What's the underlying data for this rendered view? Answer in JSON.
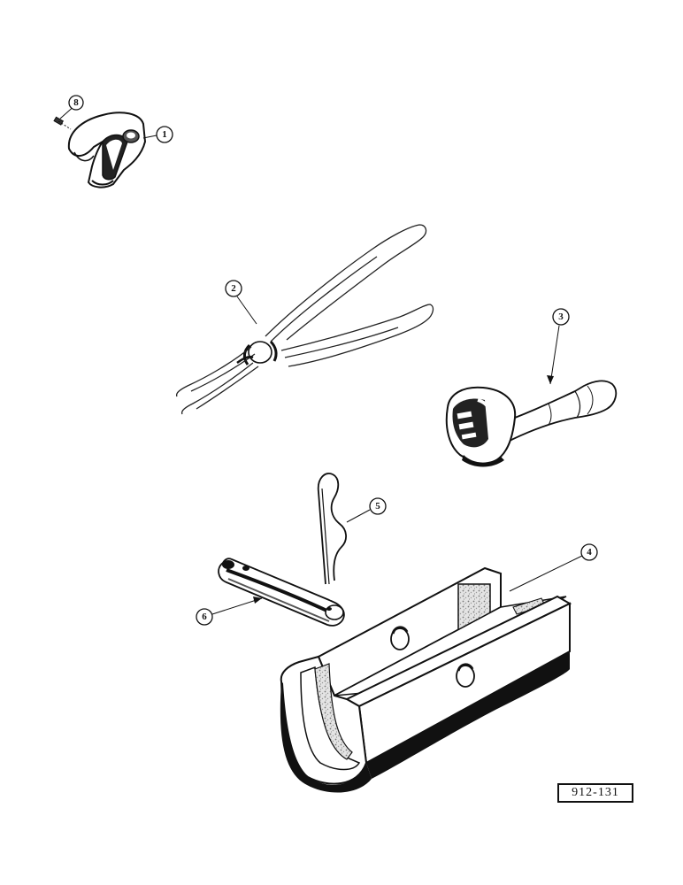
{
  "figure": {
    "reference_number": "912-131"
  },
  "callouts": [
    {
      "id": "callout-1",
      "label": "1"
    },
    {
      "id": "callout-2",
      "label": "2"
    },
    {
      "id": "callout-3",
      "label": "3"
    },
    {
      "id": "callout-4",
      "label": "4"
    },
    {
      "id": "callout-5",
      "label": "5"
    },
    {
      "id": "callout-6",
      "label": "6"
    },
    {
      "id": "callout-8",
      "label": "8"
    }
  ],
  "colors": {
    "ink": "#111111",
    "paper": "#ffffff",
    "shade": "#bdbdbd",
    "felt": "#d8d8d8"
  }
}
